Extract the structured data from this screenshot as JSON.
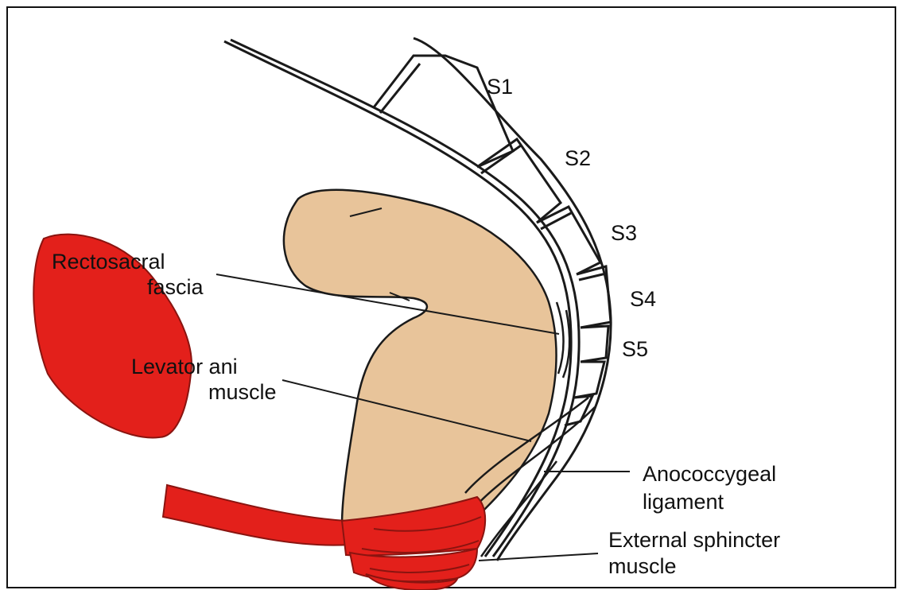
{
  "colors": {
    "rectum": "#E8C49A",
    "sphincter": "#E3201B",
    "outline": "#1a1a1a",
    "background": "#ffffff"
  },
  "vertebrae": {
    "s1": "S1",
    "s2": "S2",
    "s3": "S3",
    "s4": "S4",
    "s5": "S5"
  },
  "labels": {
    "rectosacral_line1": "Rectosacral",
    "rectosacral_line2": "fascia",
    "levator_line1": "Levator ani",
    "levator_line2": "muscle",
    "anococcygeal_line1": "Anococcygeal",
    "anococcygeal_line2": "ligament",
    "sphincter_line1": "External sphincter",
    "sphincter_line2": "muscle"
  }
}
